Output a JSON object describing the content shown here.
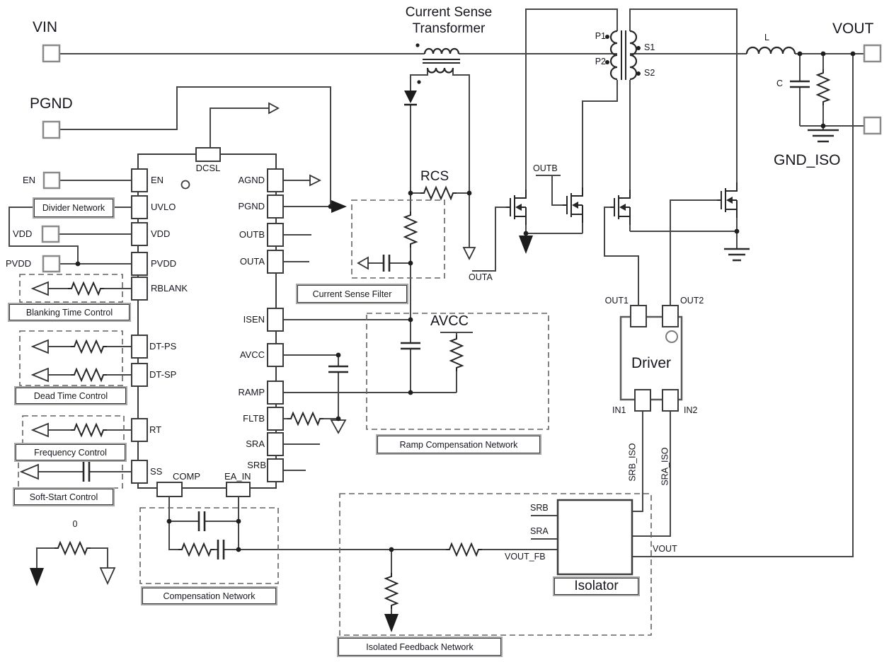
{
  "ports": {
    "vin": "VIN",
    "pgnd": "PGND",
    "en": "EN",
    "vdd": "VDD",
    "pvdd": "PVDD",
    "vout": "VOUT",
    "gnd_iso": "GND_ISO"
  },
  "controller": {
    "top_pin": "DCSL",
    "left_pins": [
      "EN",
      "UVLO",
      "VDD",
      "PVDD",
      "RBLANK",
      "DT-PS",
      "DT-SP",
      "RT",
      "SS"
    ],
    "right_pins": [
      "AGND",
      "PGND",
      "OUTB",
      "OUTA",
      "ISEN",
      "AVCC",
      "RAMP",
      "FLTB",
      "SRA",
      "SRB"
    ],
    "bottom_pins": [
      "COMP",
      "EA_IN"
    ]
  },
  "callouts": {
    "divider_network": "Divider Network",
    "blanking_time": "Blanking Time Control",
    "dead_time": "Dead Time Control",
    "frequency": "Frequency Control",
    "soft_start": "Soft-Start Control",
    "current_sense_filter": "Current Sense Filter",
    "ramp_compensation": "Ramp Compensation Network",
    "compensation": "Compensation Network",
    "isolated_feedback": "Isolated Feedback Network"
  },
  "transformer": {
    "title_line1": "Current Sense",
    "title_line2": "Transformer",
    "p1": "P1",
    "p2": "P2",
    "s1": "S1",
    "s2": "S2"
  },
  "driver": {
    "label": "Driver",
    "out1": "OUT1",
    "out2": "OUT2",
    "in1": "IN1",
    "in2": "IN2"
  },
  "isolator": {
    "label": "Isolator",
    "srb": "SRB",
    "sra": "SRA",
    "vout_fb": "VOUT_FB",
    "vout": "VOUT",
    "srb_iso": "SRB_ISO",
    "sra_iso": "SRA_ISO"
  },
  "nets": {
    "rcs": "RCS",
    "avcc": "AVCC",
    "outa": "OUTA",
    "outb": "OUTB",
    "zero_ohm": "0"
  },
  "output_filter": {
    "inductor": "L",
    "capacitor": "C"
  },
  "colors": {
    "wire": "#474747",
    "component": "#262626",
    "text": "#16161e"
  }
}
